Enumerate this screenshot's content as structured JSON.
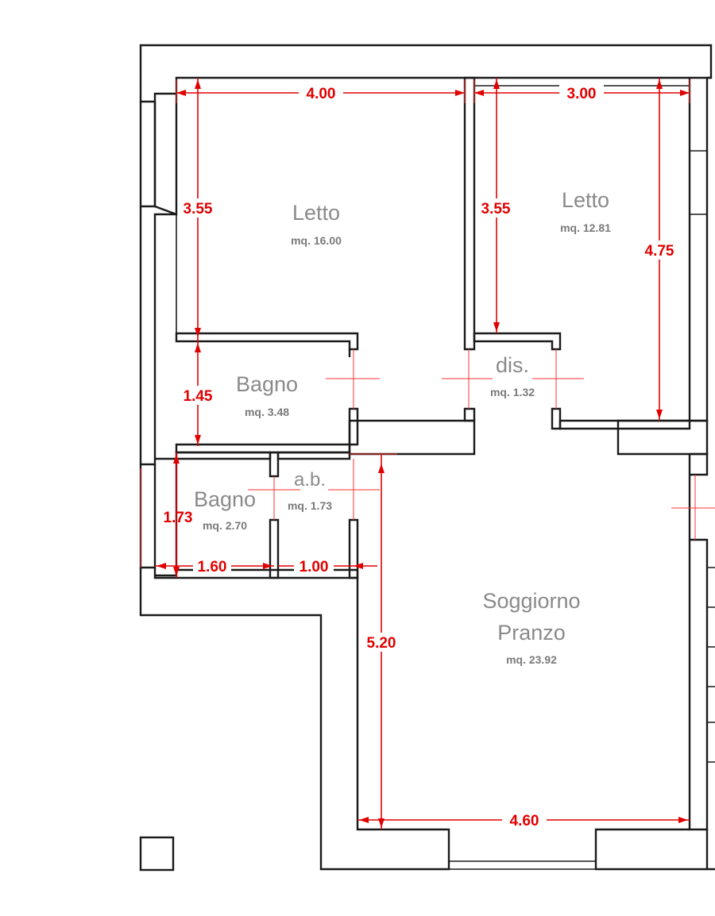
{
  "rooms": [
    {
      "name": "Letto",
      "area": "mq. 16.00"
    },
    {
      "name": "Letto",
      "area": "mq. 12.81"
    },
    {
      "name": "Bagno",
      "area": "mq. 3.48"
    },
    {
      "name": "dis.",
      "area": "mq. 1.32"
    },
    {
      "name": "Bagno",
      "area": "mq. 2.70"
    },
    {
      "name": "a.b.",
      "area": "mq. 1.73"
    },
    {
      "name_line1": "Soggiorno",
      "name_line2": "Pranzo",
      "area": "mq. 23.92"
    }
  ],
  "dimensions": {
    "letto1_width": "4.00",
    "letto2_width": "3.00",
    "letto1_depth": "3.55",
    "letto2_depth": "3.55",
    "letto2_right_depth": "4.75",
    "bagno1_depth": "1.45",
    "bagno2_depth": "1.73",
    "bagno2_width": "1.60",
    "ab_width": "1.00",
    "soggiorno_depth": "5.20",
    "soggiorno_width": "4.60"
  },
  "colors": {
    "wall": "#1a1a1a",
    "dimension": "#e10000",
    "label": "#8a8a8a"
  }
}
